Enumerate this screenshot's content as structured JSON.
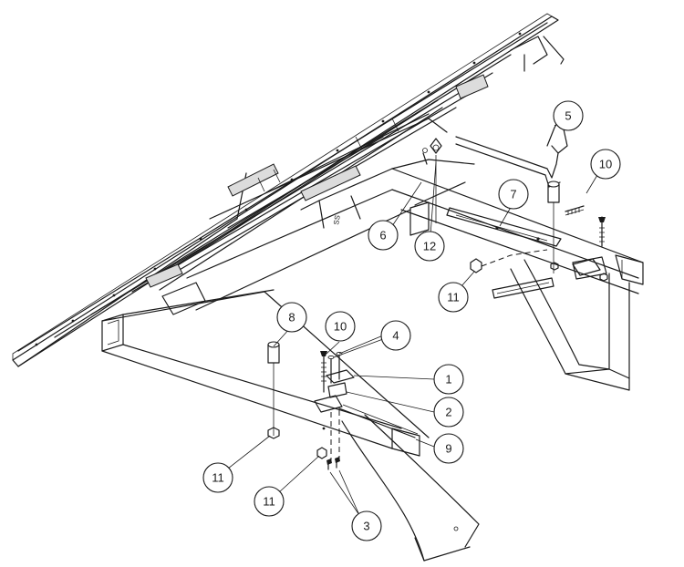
{
  "callouts": [
    {
      "id": "c5",
      "label": "5"
    },
    {
      "id": "c10a",
      "label": "10"
    },
    {
      "id": "c7",
      "label": "7"
    },
    {
      "id": "c6",
      "label": "6"
    },
    {
      "id": "c12",
      "label": "12"
    },
    {
      "id": "c11a",
      "label": "11"
    },
    {
      "id": "c8",
      "label": "8"
    },
    {
      "id": "c10b",
      "label": "10"
    },
    {
      "id": "c4",
      "label": "4"
    },
    {
      "id": "c1",
      "label": "1"
    },
    {
      "id": "c2",
      "label": "2"
    },
    {
      "id": "c9",
      "label": "9"
    },
    {
      "id": "c11b",
      "label": "11"
    },
    {
      "id": "c11c",
      "label": "11"
    },
    {
      "id": "c3",
      "label": "3"
    }
  ],
  "frame_stamp": "SS"
}
